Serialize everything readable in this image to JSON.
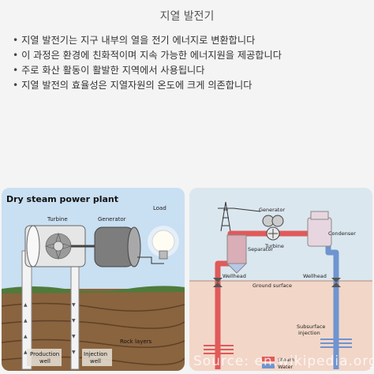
{
  "slide": {
    "title": "지열 발전기",
    "bullets": [
      "지열 발전기는 지구 내부의 열을 전기 에너지로 변환합니다",
      "이 과정은 환경에 친화적이며 지속 가능한 에너지원을 제공합니다",
      "주로 화산 활동이 활발한 지역에서 사용됩니다",
      "지열 발전의 효율성은 지열자원의 온도에 크게 의존합니다"
    ]
  },
  "left_diagram": {
    "heading": "Dry steam power plant",
    "turbine": "Turbine",
    "generator": "Generator",
    "load": "Load",
    "rock_layers": "Rock layers",
    "production_well_1": "Production",
    "production_well_2": "well",
    "injection_well_1": "Injection",
    "injection_well_2": "well"
  },
  "right_diagram": {
    "generator": "Generator",
    "turbine": "Turbine",
    "condenser": "Condenser",
    "separator": "Separator",
    "wellhead_left": "Wellhead",
    "wellhead_right": "Wellhead",
    "ground_surface": "Ground surface",
    "subsurface_1": "Subsurface",
    "subsurface_2": "injection",
    "legend_steam": "Steam",
    "legend_water": "Water"
  },
  "watermark": "Source: en.wikipedia.org",
  "colors": {
    "steam": "#e05a5a",
    "water": "#6f94cf",
    "sky": "#c9dff2",
    "ground": "#7a5a3a"
  }
}
